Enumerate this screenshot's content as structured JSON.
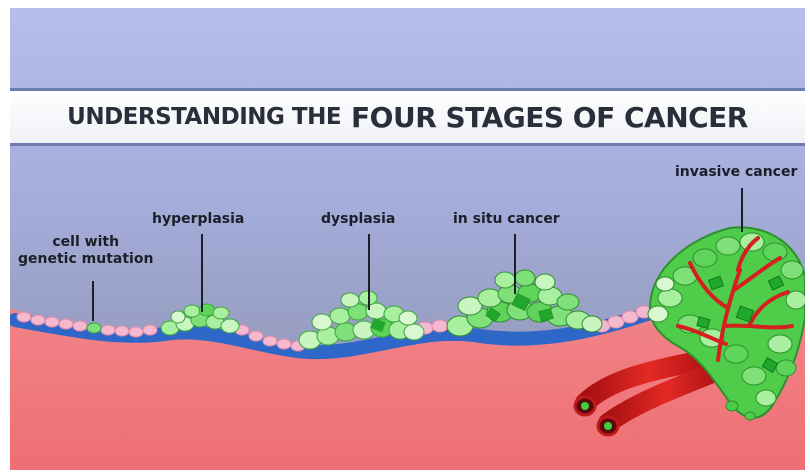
{
  "title": {
    "prefix": "UNDERSTANDING THE",
    "emphasis": "FOUR STAGES OF CANCER"
  },
  "labels": {
    "mutation_line1": "cell with",
    "mutation_line2": "genetic mutation",
    "hyperplasia": "hyperplasia",
    "dysplasia": "dysplasia",
    "in_situ": "in situ cancer",
    "invasive": "invasive cancer"
  },
  "colors": {
    "background_top": "#aeb7e4",
    "background_bottom": "#8f95ad",
    "tissue": "#f07b7f",
    "basement_membrane": "#2f67c8",
    "normal_cell": "#f4b9cf",
    "abnormal_cell": "#7fe07a",
    "cancer_cell": "#1fa82b",
    "blood_vessel": "#d61f1f",
    "title_border": "#6d7cae"
  }
}
